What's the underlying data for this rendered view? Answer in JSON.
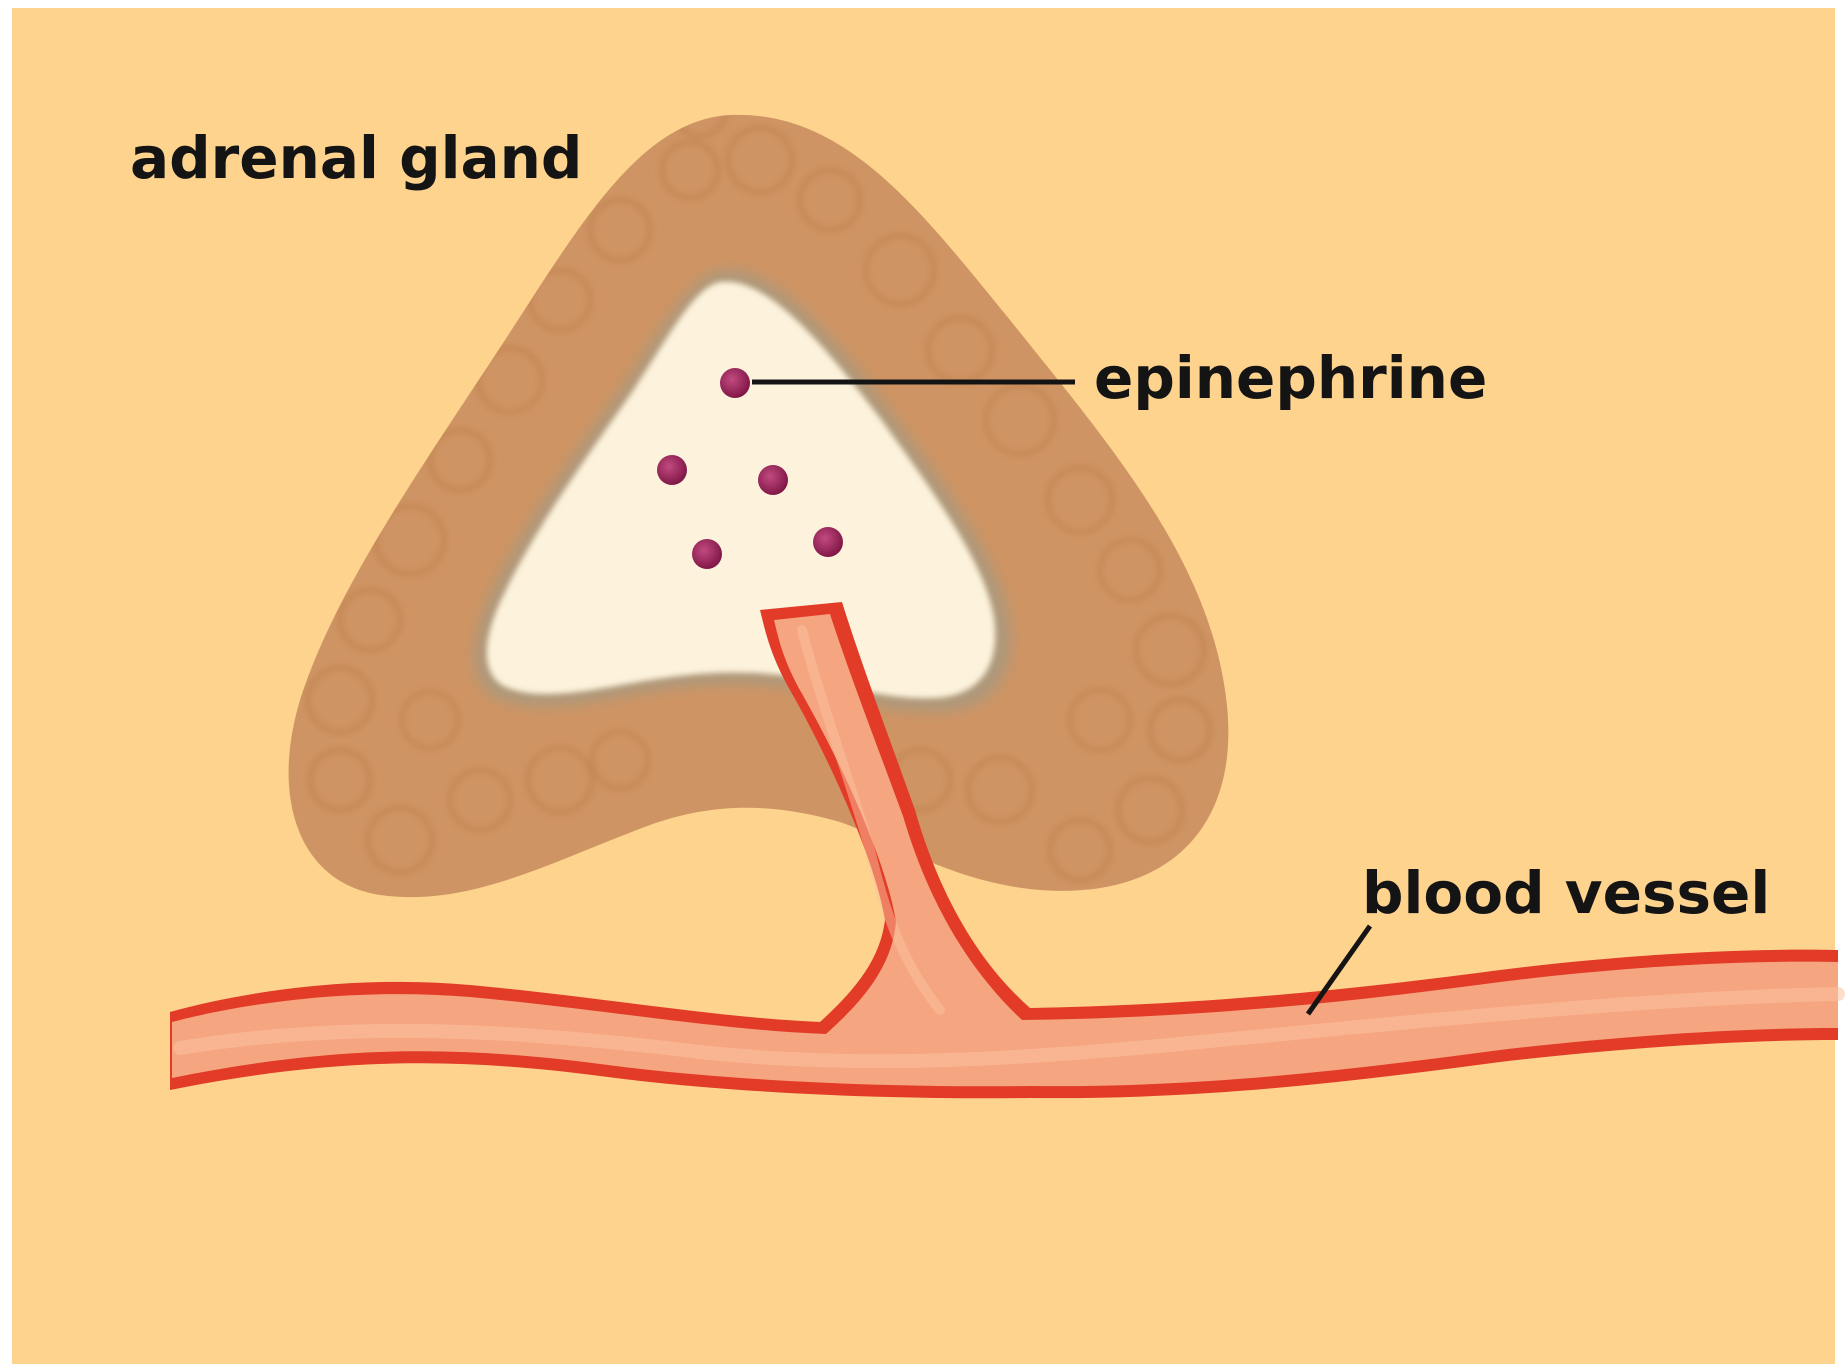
{
  "labels": {
    "adrenal_gland": "adrenal gland",
    "epinephrine": "epinephrine",
    "blood_vessel": "blood vessel"
  },
  "colors": {
    "background": "#fdd38e",
    "border": "#ffffff",
    "gland_cortex": "#cf9463",
    "gland_cortex_texture": "#bb7c4b",
    "gland_medulla": "#fdf3dc",
    "medulla_rim": "#a89a80",
    "vessel_fill": "#f5a57f",
    "vessel_edge": "#e23b27",
    "epinephrine_dot": "#8b1d4f",
    "label_text": "#141414"
  },
  "epinephrine_molecule_count": 5
}
